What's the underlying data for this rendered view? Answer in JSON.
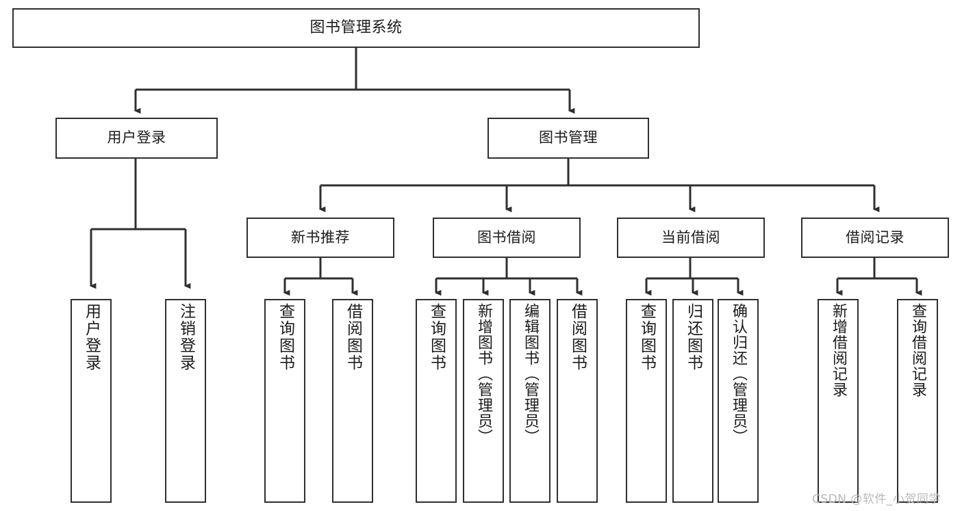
{
  "diagram": {
    "title": "图书管理系统",
    "type": "tree-hierarchy",
    "watermark": "CSDN @软件_小贺同学",
    "colors": {
      "stroke": "#2f2f2f",
      "fill": "#ffffff",
      "text": "#1b1b1b",
      "watermark": "#b9b9b9"
    },
    "root": {
      "label": "图书管理系统"
    },
    "level2": [
      {
        "label": "用户登录"
      },
      {
        "label": "图书管理"
      }
    ],
    "level3": [
      {
        "label": "新书推荐"
      },
      {
        "label": "图书借阅"
      },
      {
        "label": "当前借阅"
      },
      {
        "label": "借阅记录"
      }
    ],
    "leaves": {
      "user_login": [
        {
          "label": "用户登录"
        },
        {
          "label": "注销登录"
        }
      ],
      "new_book_recommend": [
        {
          "label": "查询图书"
        },
        {
          "label": "借阅图书"
        }
      ],
      "book_borrow": [
        {
          "label": "查询图书"
        },
        {
          "label": "新增图书（管理员）"
        },
        {
          "label": "编辑图书（管理员）"
        },
        {
          "label": "借阅图书"
        }
      ],
      "current_borrow": [
        {
          "label": "查询图书"
        },
        {
          "label": "归还图书"
        },
        {
          "label": "确认归还（管理员）"
        }
      ],
      "borrow_record": [
        {
          "label": "新增借阅记录"
        },
        {
          "label": "查询借阅记录"
        }
      ]
    }
  }
}
